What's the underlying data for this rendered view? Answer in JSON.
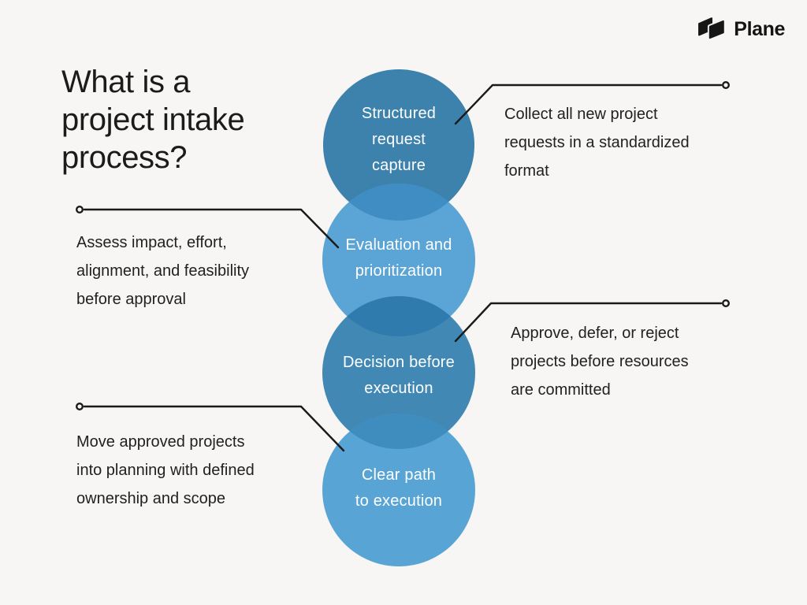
{
  "colors": {
    "background": "#F7F6F4",
    "ink": "#1A1A1A",
    "label_text": "#FFFFFF",
    "lens_12": "#3F8DC3",
    "lens_23": "#2F7BAE",
    "lens_34": "#3F8CBF"
  },
  "brand": {
    "name": "Plane",
    "logo_icon": "plane-logo-icon",
    "logo_color": "#161616"
  },
  "title": {
    "lines": [
      "What is a",
      "project intake",
      "process?"
    ]
  },
  "steps": [
    {
      "label_lines": [
        "Structured",
        "request",
        "capture"
      ],
      "circle_color": "#3C82AC",
      "description_side": "right",
      "description_lines": [
        "Collect all new project",
        "requests in a standardized",
        "format"
      ]
    },
    {
      "label_lines": [
        "Evaluation and",
        "prioritization",
        ""
      ],
      "circle_color": "#5BA4D6",
      "description_side": "left",
      "description_lines": [
        "Assess impact, effort,",
        "alignment, and feasibility",
        "before approval"
      ]
    },
    {
      "label_lines": [
        "Decision before",
        "execution",
        ""
      ],
      "circle_color": "#4189B4",
      "description_side": "right",
      "description_lines": [
        "Approve, defer, or reject",
        "projects before resources",
        "are committed"
      ]
    },
    {
      "label_lines": [
        "Clear path",
        "to execution",
        ""
      ],
      "circle_color": "#58A5D5",
      "description_side": "left",
      "description_lines": [
        "Move approved projects",
        "into planning with defined",
        "ownership and scope"
      ]
    }
  ]
}
